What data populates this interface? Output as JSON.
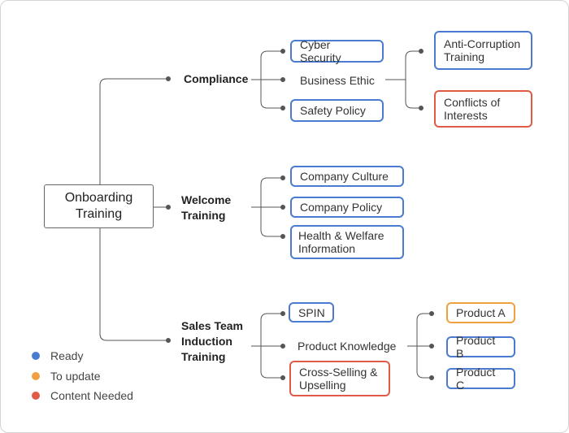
{
  "root": {
    "label": "Onboarding Training"
  },
  "categories": {
    "compliance": "Compliance",
    "welcome": "Welcome Training",
    "sales": "Sales Team Induction Training"
  },
  "nodes": {
    "cyber_security": "Cyber Security",
    "business_ethic": "Business Ethic",
    "safety_policy": "Safety Policy",
    "anti_corruption": "Anti-Corruption Training",
    "conflicts_of_interests": "Conflicts of Interests",
    "company_culture": "Company Culture",
    "company_policy": "Company Policy",
    "health_welfare": "Health & Welfare Information",
    "spin": "SPIN",
    "product_knowledge": "Product Knowledge",
    "cross_selling": "Cross-Selling & Upselling",
    "product_a": "Product A",
    "product_b": "Product B",
    "product_c": "Product C"
  },
  "legend": [
    {
      "label": "Ready",
      "color": "#4a7bd0"
    },
    {
      "label": "To update",
      "color": "#f0a040"
    },
    {
      "label": "Content Needed",
      "color": "#e05a45"
    }
  ]
}
